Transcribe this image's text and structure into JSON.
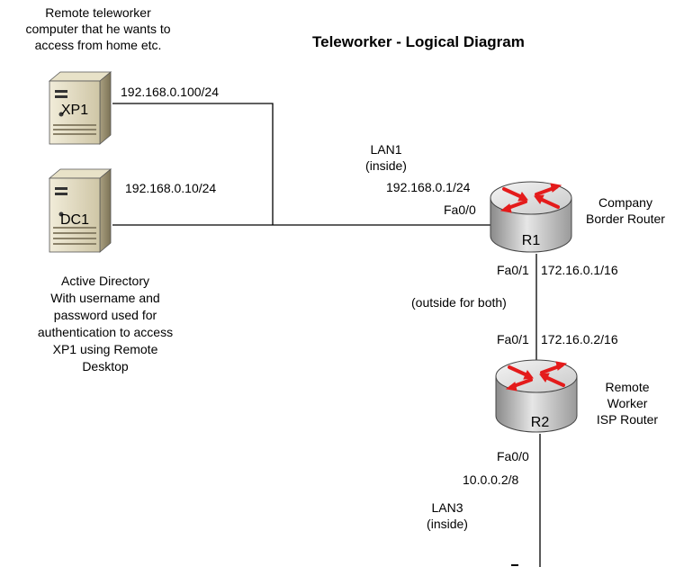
{
  "title": "Teleworker - Logical Diagram",
  "notes": {
    "xp1_line1": "Remote teleworker",
    "xp1_line2": "computer that he wants to",
    "xp1_line3": "access from home etc.",
    "dc1_line1": "Active Directory",
    "dc1_line2": "With username and",
    "dc1_line3": "password used for",
    "dc1_line4": "authentication to access",
    "dc1_line5": "XP1 using Remote",
    "dc1_line6": "Desktop"
  },
  "devices": {
    "xp1": {
      "label": "XP1",
      "ip": "192.168.0.100/24"
    },
    "dc1": {
      "label": "DC1",
      "ip": "192.168.0.10/24"
    },
    "r1": {
      "label": "R1",
      "name_line1": "Company",
      "name_line2": "Border Router",
      "fa00": "Fa0/0",
      "fa00_ip": "192.168.0.1/24",
      "fa01": "Fa0/1",
      "fa01_ip": "172.16.0.1/16"
    },
    "r2": {
      "label": "R2",
      "name_line1": "Remote",
      "name_line2": "Worker",
      "name_line3": "ISP Router",
      "fa01": "Fa0/1",
      "fa01_ip": "172.16.0.2/16",
      "fa00": "Fa0/0",
      "fa00_ip": "10.0.0.2/8"
    }
  },
  "networks": {
    "lan1_line1": "LAN1",
    "lan1_line2": "(inside)",
    "wan": "(outside for both)",
    "lan3_line1": "LAN3",
    "lan3_line2": "(inside)"
  },
  "colors": {
    "line": "#000000",
    "router_arrow": "#e41b1b",
    "server_body": "#d9d2b8"
  }
}
